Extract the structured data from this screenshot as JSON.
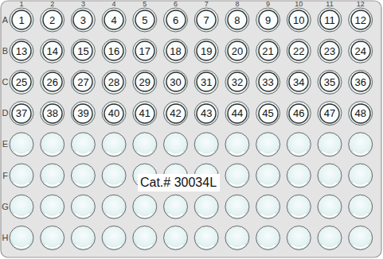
{
  "diagram": {
    "nodes": [
      {
        "text": [
          "1"
        ]
      },
      {
        "text": [
          "2"
        ]
      },
      {
        "text": [
          "3"
        ]
      },
      {
        "text": [
          "4"
        ]
      },
      {
        "text": [
          "5"
        ]
      },
      {
        "text": [
          "6"
        ]
      },
      {
        "text": [
          "7"
        ]
      },
      {
        "text": [
          "8"
        ]
      },
      {
        "text": [
          "9"
        ]
      },
      {
        "text": [
          "10"
        ]
      },
      {
        "text": [
          "11"
        ]
      },
      {
        "text": [
          "12"
        ]
      },
      {
        "text": [
          "13"
        ]
      },
      {
        "text": [
          "14"
        ]
      },
      {
        "text": [
          "15"
        ]
      },
      {
        "text": [
          "16"
        ]
      },
      {
        "text": [
          "17"
        ]
      },
      {
        "text": [
          "18"
        ]
      },
      {
        "text": [
          "19"
        ]
      },
      {
        "text": [
          "20"
        ]
      },
      {
        "text": [
          "21"
        ]
      },
      {
        "text": [
          "22"
        ]
      },
      {
        "text": [
          "23"
        ]
      },
      {
        "text": [
          "24"
        ]
      },
      {
        "text": [
          "25"
        ]
      },
      {
        "text": [
          "26"
        ]
      },
      {
        "text": [
          "27"
        ]
      },
      {
        "text": [
          "28"
        ]
      },
      {
        "text": [
          "29"
        ]
      },
      {
        "text": [
          "30"
        ]
      },
      {
        "text": [
          "31"
        ]
      },
      {
        "text": [
          "32"
        ]
      },
      {
        "text": [
          "33"
        ]
      },
      {
        "text": [
          "34"
        ]
      },
      {
        "text": [
          "35"
        ]
      },
      {
        "text": [
          "36"
        ]
      },
      {
        "text": [
          "37"
        ]
      },
      {
        "text": [
          "38"
        ]
      },
      {
        "text": [
          "39"
        ]
      },
      {
        "text": [
          "40"
        ]
      },
      {
        "text": [
          "41"
        ]
      },
      {
        "text": [
          "42"
        ]
      },
      {
        "text": [
          "43"
        ]
      },
      {
        "text": [
          "44"
        ]
      },
      {
        "text": [
          "45"
        ]
      },
      {
        "text": [
          "46"
        ]
      },
      {
        "text": [
          "47"
        ]
      },
      {
        "text": [
          "48"
        ]
      },
      {
        "text": [
          "Cat.# 30034L"
        ]
      }
    ],
    "labels": [
      "1",
      "2",
      "3",
      "4",
      "5",
      "6",
      "7",
      "8",
      "9",
      "10",
      "11",
      "12",
      "A",
      "B",
      "C",
      "D",
      "E",
      "F",
      "G",
      "H"
    ]
  }
}
